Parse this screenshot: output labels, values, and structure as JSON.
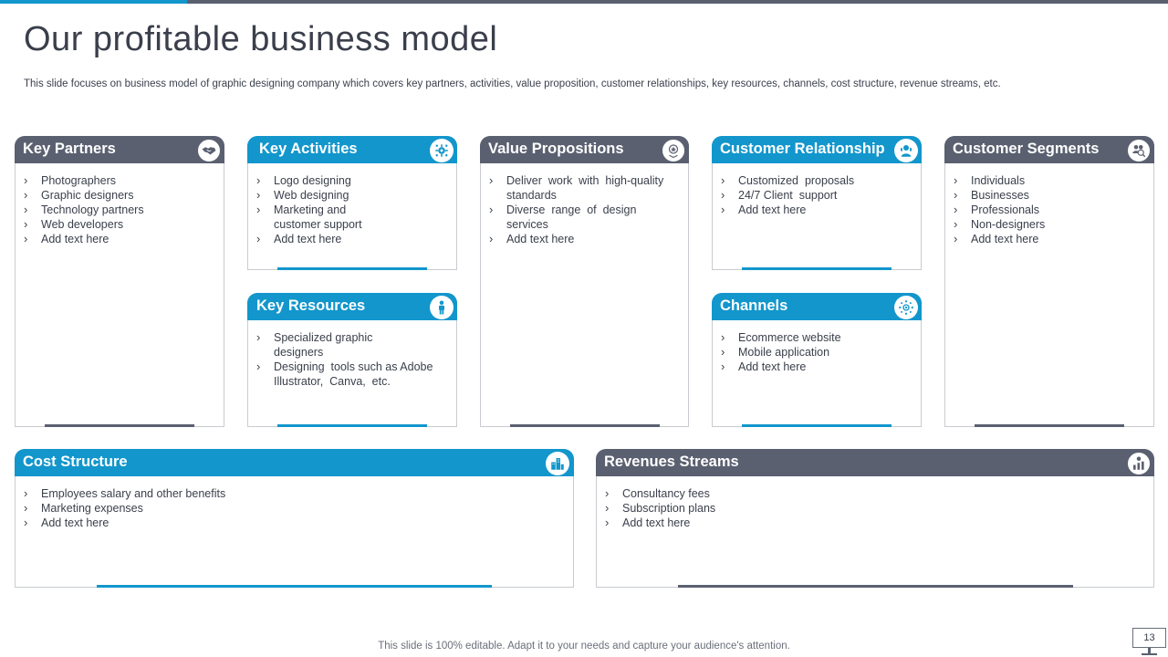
{
  "slide": {
    "title": "Our profitable business model",
    "subtitle": "This slide focuses on business model of graphic designing company which covers key partners, activities, value proposition, customer relationships, key resources, channels, cost structure, revenue streams, etc.",
    "footer": "This slide is 100% editable. Adapt it to your needs and capture your audience's attention.",
    "page_number": "13"
  },
  "colors": {
    "gray": "#5a6070",
    "blue": "#1296cc"
  },
  "cards": {
    "key_partners": {
      "title": "Key Partners",
      "icon": "handshake-icon",
      "items": [
        "Photographers",
        "Graphic designers",
        "Technology  partners",
        "Web developers",
        "Add text here"
      ]
    },
    "key_activities": {
      "title": "Key Activities",
      "icon": "gears-icon",
      "items": [
        "Logo designing",
        "Web designing",
        "Marketing and customer support",
        "Add text here"
      ]
    },
    "value_propositions": {
      "title": "Value Propositions",
      "icon": "value-icon",
      "items": [
        "Deliver  work  with  high-quality standards",
        "Diverse  range  of  design services",
        "Add text here"
      ]
    },
    "customer_relationship": {
      "title": "Customer Relationship",
      "icon": "customer-icon",
      "items": [
        "Customized  proposals",
        "24/7 Client  support",
        "Add text here"
      ]
    },
    "customer_segments": {
      "title": "Customer Segments",
      "icon": "people-search-icon",
      "items": [
        "Individuals",
        "Businesses",
        "Professionals",
        "Non-designers",
        "Add text here"
      ]
    },
    "key_resources": {
      "title": "Key Resources",
      "icon": "person-icon",
      "items": [
        "Specialized graphic designers",
        "Designing  tools such as Adobe Illustrator,  Canva,  etc."
      ]
    },
    "channels": {
      "title": "Channels",
      "icon": "network-icon",
      "items": [
        "Ecommerce website",
        "Mobile application",
        "Add text here"
      ]
    },
    "cost_structure": {
      "title": "Cost Structure",
      "icon": "cost-icon",
      "items": [
        "Employees salary and other benefits",
        "Marketing expenses",
        "Add text here"
      ]
    },
    "revenue_streams": {
      "title": "Revenues Streams",
      "icon": "revenue-chart-icon",
      "items": [
        "Consultancy fees",
        "Subscription plans",
        "Add text here"
      ]
    }
  }
}
